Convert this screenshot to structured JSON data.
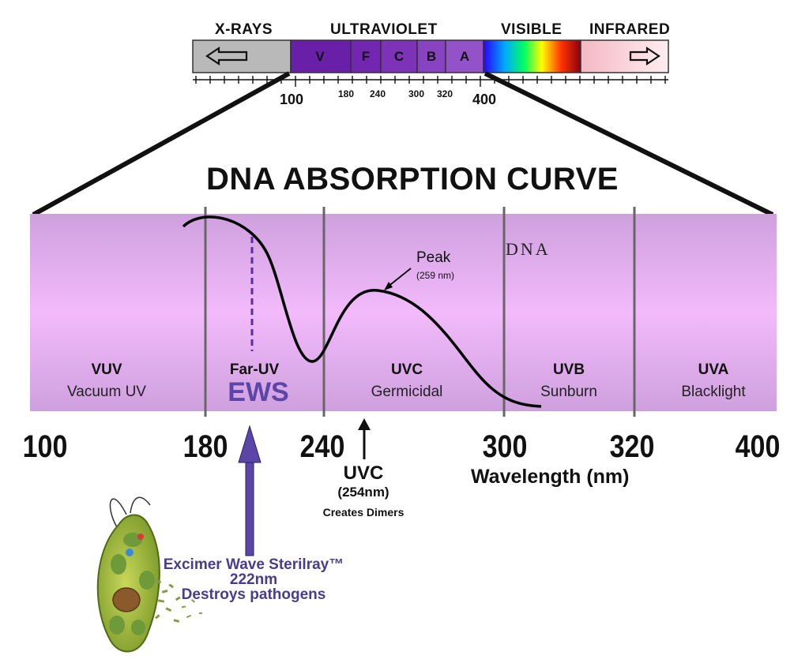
{
  "spectrum_bar": {
    "sections": [
      "X-RAYS",
      "ULTRAVIOLET",
      "VISIBLE",
      "INFRARED"
    ],
    "uv_bands": [
      "V",
      "F",
      "C",
      "B",
      "A"
    ],
    "scale_major": [
      "100",
      "400"
    ],
    "scale_minor": [
      "180",
      "240",
      "300",
      "320"
    ]
  },
  "title": "DNA ABSORPTION CURVE",
  "bands": [
    {
      "name": "VUV",
      "sub": "Vacuum UV"
    },
    {
      "name": "Far-UV",
      "sub": "EWS"
    },
    {
      "name": "UVC",
      "sub": "Germicidal"
    },
    {
      "name": "UVB",
      "sub": "Sunburn"
    },
    {
      "name": "UVA",
      "sub": "Blacklight"
    }
  ],
  "curve_label": "DNA",
  "peak": {
    "label": "Peak",
    "value": "(259 nm)"
  },
  "axis": {
    "ticks": [
      "100",
      "180",
      "240",
      "300",
      "320",
      "400"
    ],
    "label": "Wavelength (nm)"
  },
  "uvc_marker": {
    "title": "UVC",
    "value": "(254nm)",
    "note": "Creates Dimers"
  },
  "ews_marker": {
    "line1": "Excimer Wave Sterilray™",
    "line2": "222nm",
    "line3": "Destroys pathogens"
  },
  "colors": {
    "panel": "#d9a8e6",
    "panel_light": "#f2b8f8",
    "uv_purple": "#7b2fb4",
    "ews_purple": "#5b45a6",
    "xray_gray": "#b9b9b9",
    "infrared_pink": "#f6c8d2"
  }
}
